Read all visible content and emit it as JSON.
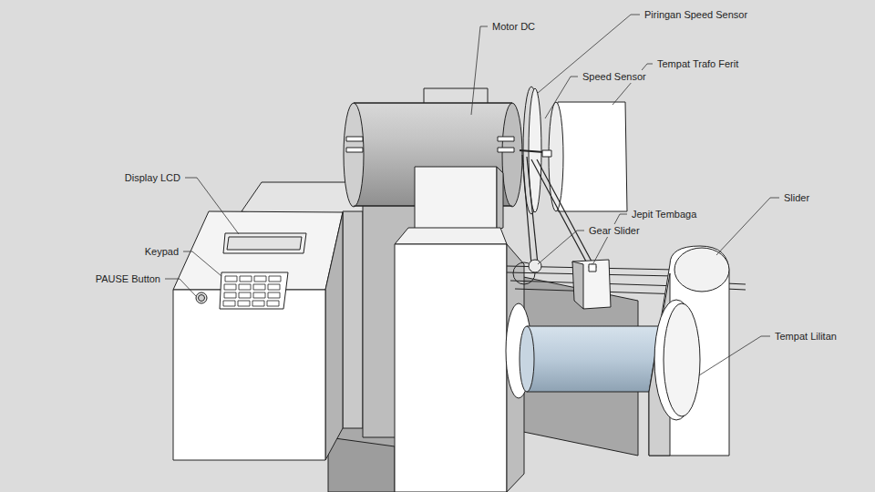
{
  "diagram": {
    "labels": [
      "Piringan Speed Sensor",
      "Motor DC",
      "Tempat Trafo Ferit",
      "Speed Sensor",
      "Display LCD",
      "Slider",
      "Jepit Tembaga",
      "Gear Slider",
      "Keypad",
      "PAUSE Button",
      "Tempat Lilitan"
    ]
  }
}
